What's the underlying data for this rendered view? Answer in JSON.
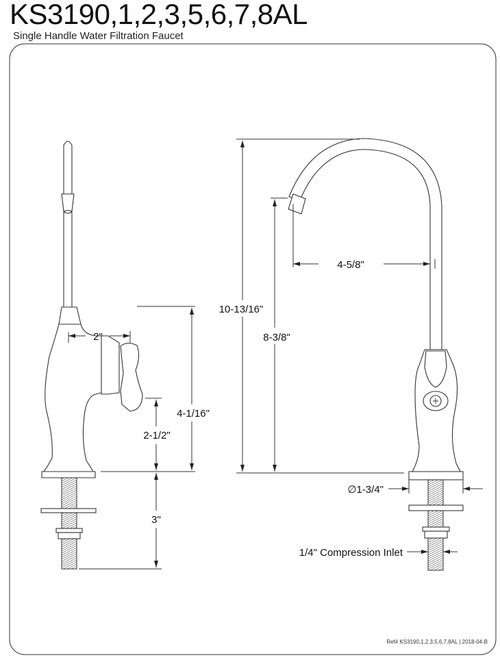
{
  "header": {
    "title": "KS3190,1,2,3,5,6,7,8AL",
    "subtitle": "Single Handle Water Filtration Faucet"
  },
  "side_view": {
    "dims": {
      "spout_to_handle": "2\"",
      "body_height": "4-1/16\"",
      "handle_height": "2-1/2\"",
      "shank_length": "3\""
    }
  },
  "front_view": {
    "dims": {
      "overall_height": "10-13/16\"",
      "spout_height": "8-3/8\"",
      "spout_reach": "4-5/8\"",
      "base_diameter": "∅1-3/4\"",
      "inlet": "1/4\" Compression Inlet"
    }
  },
  "footer": {
    "ref": "Ref# KS3190,1,2,3,5,6,7,8AL | 2018-04-B"
  }
}
